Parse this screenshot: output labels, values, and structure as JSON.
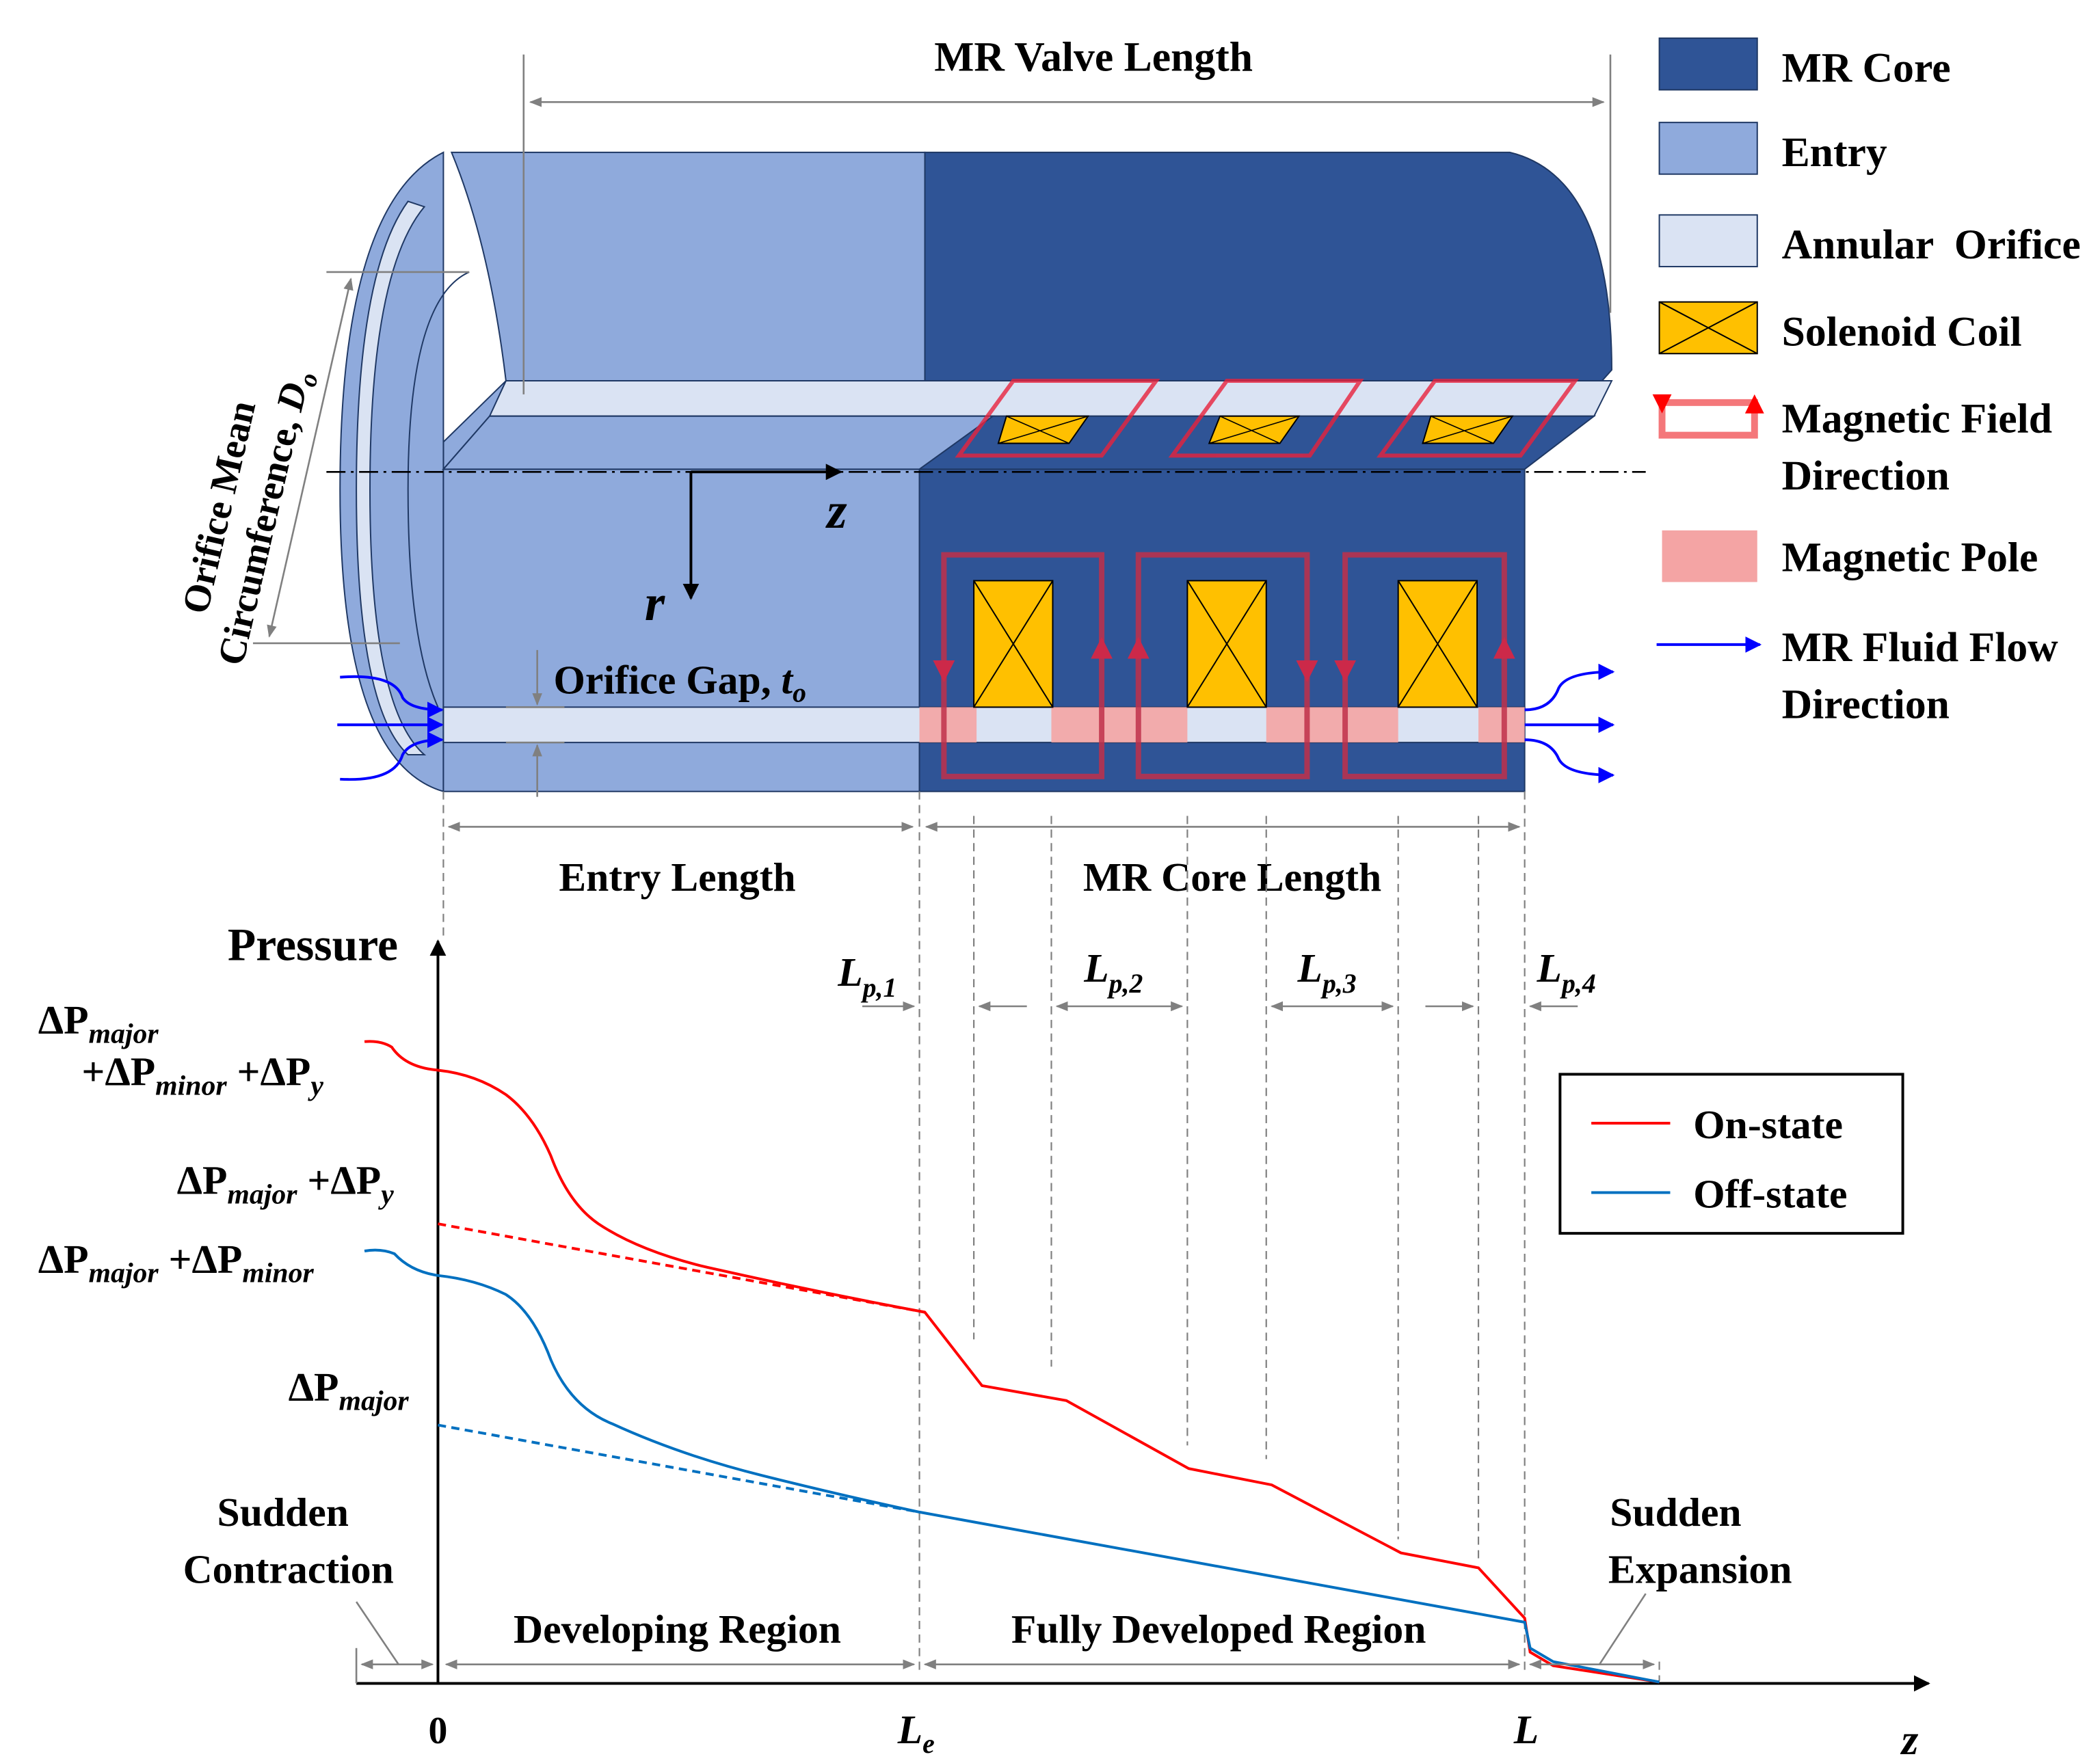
{
  "top": {
    "valve_length": "MR Valve Length",
    "circumference_line1": "Orifice Mean",
    "circumference_line2": "Circumference, ",
    "circumference_sym": "D",
    "circumference_sub": "o",
    "axis_z": "z",
    "axis_r": "r",
    "gap_label": "Orifice Gap, ",
    "gap_sym": "t",
    "gap_sub": "o",
    "entry_length": "Entry Length",
    "core_length": "MR Core Length"
  },
  "legend_top": [
    {
      "key": "mr-core",
      "label_lines": [
        "MR Core"
      ],
      "color": "#2f5496"
    },
    {
      "key": "entry",
      "label_lines": [
        "Entry"
      ],
      "color": "#8faadc"
    },
    {
      "key": "annular-orifice",
      "label_lines": [
        "Annular  Orifice"
      ],
      "color": "#dae3f3"
    },
    {
      "key": "solenoid-coil",
      "label_lines": [
        "Solenoid Coil"
      ],
      "color": "#ffc000"
    },
    {
      "key": "magnetic-field",
      "label_lines": [
        "Magnetic Field",
        "Direction"
      ],
      "color": "#f4777a"
    },
    {
      "key": "magnetic-pole",
      "label_lines": [
        "Magnetic Pole"
      ],
      "color": "#f4a4a4"
    },
    {
      "key": "mr-fluid-flow",
      "label_lines": [
        "MR Fluid Flow",
        "Direction"
      ],
      "color": "#0000ff"
    }
  ],
  "plot": {
    "y_title": "Pressure",
    "x_axis_var": "z",
    "x_ticks": {
      "zero": "0",
      "le_main": "L",
      "le_sub": "e",
      "l": "L"
    },
    "pole_labels": [
      {
        "main": "L",
        "sub": "p,1"
      },
      {
        "main": "L",
        "sub": "p,2"
      },
      {
        "main": "L",
        "sub": "p,3"
      },
      {
        "main": "L",
        "sub": "p,4"
      }
    ],
    "y_labels": {
      "full_line1": "ΔP",
      "full_line1_sub": "major",
      "full_line2_a": "+ΔP",
      "full_line2_a_sub": "minor",
      "full_line2_b": " +ΔP",
      "full_line2_b_sub": "y",
      "major_y": "ΔP",
      "major_y_sub": "major",
      "major_y_b": " +ΔP",
      "major_y_b_sub": "y",
      "major_minor": "ΔP",
      "major_minor_sub": "major",
      "major_minor_b": " +ΔP",
      "major_minor_b_sub": "minor",
      "major": "ΔP",
      "major_sub": "major"
    },
    "regions": {
      "contraction_line1": "Sudden",
      "contraction_line2": "Contraction",
      "developing": "Developing Region",
      "fully_developed": "Fully Developed Region",
      "expansion_line1": "Sudden",
      "expansion_line2": "Expansion"
    },
    "legend": [
      {
        "name": "On-state",
        "color": "#ff0000"
      },
      {
        "name": "Off-state",
        "color": "#0070c0"
      }
    ]
  }
}
